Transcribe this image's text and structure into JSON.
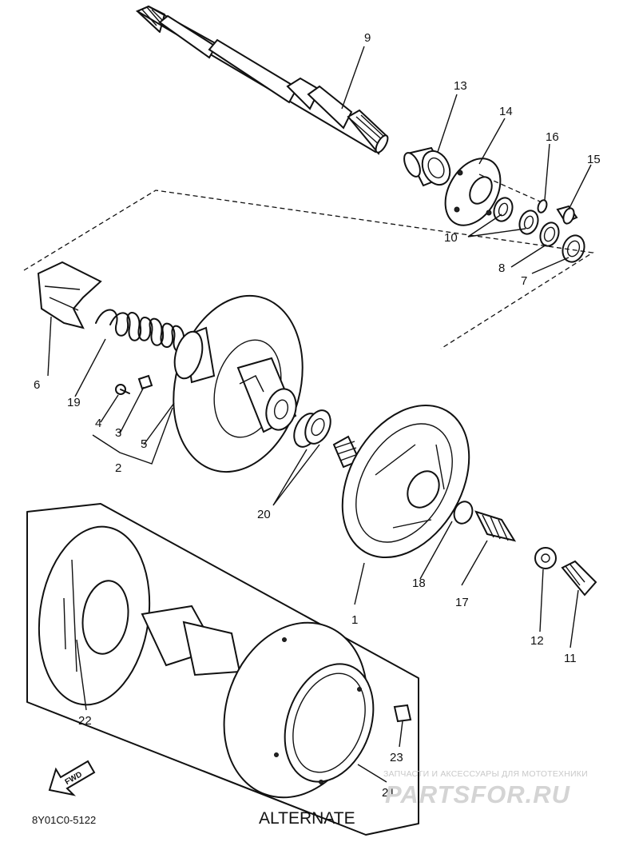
{
  "callouts": {
    "c1": "1",
    "c2": "2",
    "c3": "3",
    "c4": "4",
    "c5": "5",
    "c6": "6",
    "c7": "7",
    "c8": "8",
    "c9": "9",
    "c10": "10",
    "c11": "11",
    "c12": "12",
    "c13": "13",
    "c14": "14",
    "c15": "15",
    "c16": "16",
    "c17": "17",
    "c18": "18",
    "c19": "19",
    "c20": "20",
    "c21": "21",
    "c22": "22",
    "c23": "23"
  },
  "labels": {
    "alternate": "ALTERNATE",
    "drawing_code": "8Y01C0-5122",
    "forward_arrow": "FWD"
  },
  "watermark": {
    "tagline": "ЗАПЧАСТИ И АКСЕССУАРЫ ДЛЯ МОТОТЕХНИКИ",
    "brand": "PARTSFOR.RU"
  },
  "colors": {
    "ink": "#111111",
    "paper": "#ffffff",
    "watermark": "#d4d4d4"
  }
}
